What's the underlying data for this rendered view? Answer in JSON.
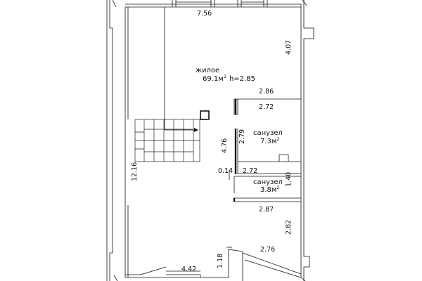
{
  "rooms": {
    "living": {
      "name": "жилое",
      "area_value": "69.1",
      "area_unit": "м",
      "area_exp": "2",
      "height": "h=2.85"
    },
    "bath1": {
      "name": "санузел",
      "area_value": "7.3",
      "area_unit": "м",
      "area_exp": "2"
    },
    "bath2": {
      "name": "санузел",
      "area_value": "3.8",
      "area_unit": "м",
      "area_exp": "2"
    }
  },
  "dimensions": {
    "top_width": "7.56",
    "right_upper": "4.07",
    "bath1_top": "2.86",
    "bath1_inner_top": "2.72",
    "bath1_height": "2.79",
    "bath_block_height": "4.76",
    "wall_thickness": "0.14",
    "bath2_top": "2.72",
    "bath2_height": "1.40",
    "bath2_bottom": "2.87",
    "left_length": "12.16",
    "right_lower": "2.82",
    "bottom_right": "2.76",
    "bottom_width": "4.42",
    "entry_height": "1.18"
  }
}
